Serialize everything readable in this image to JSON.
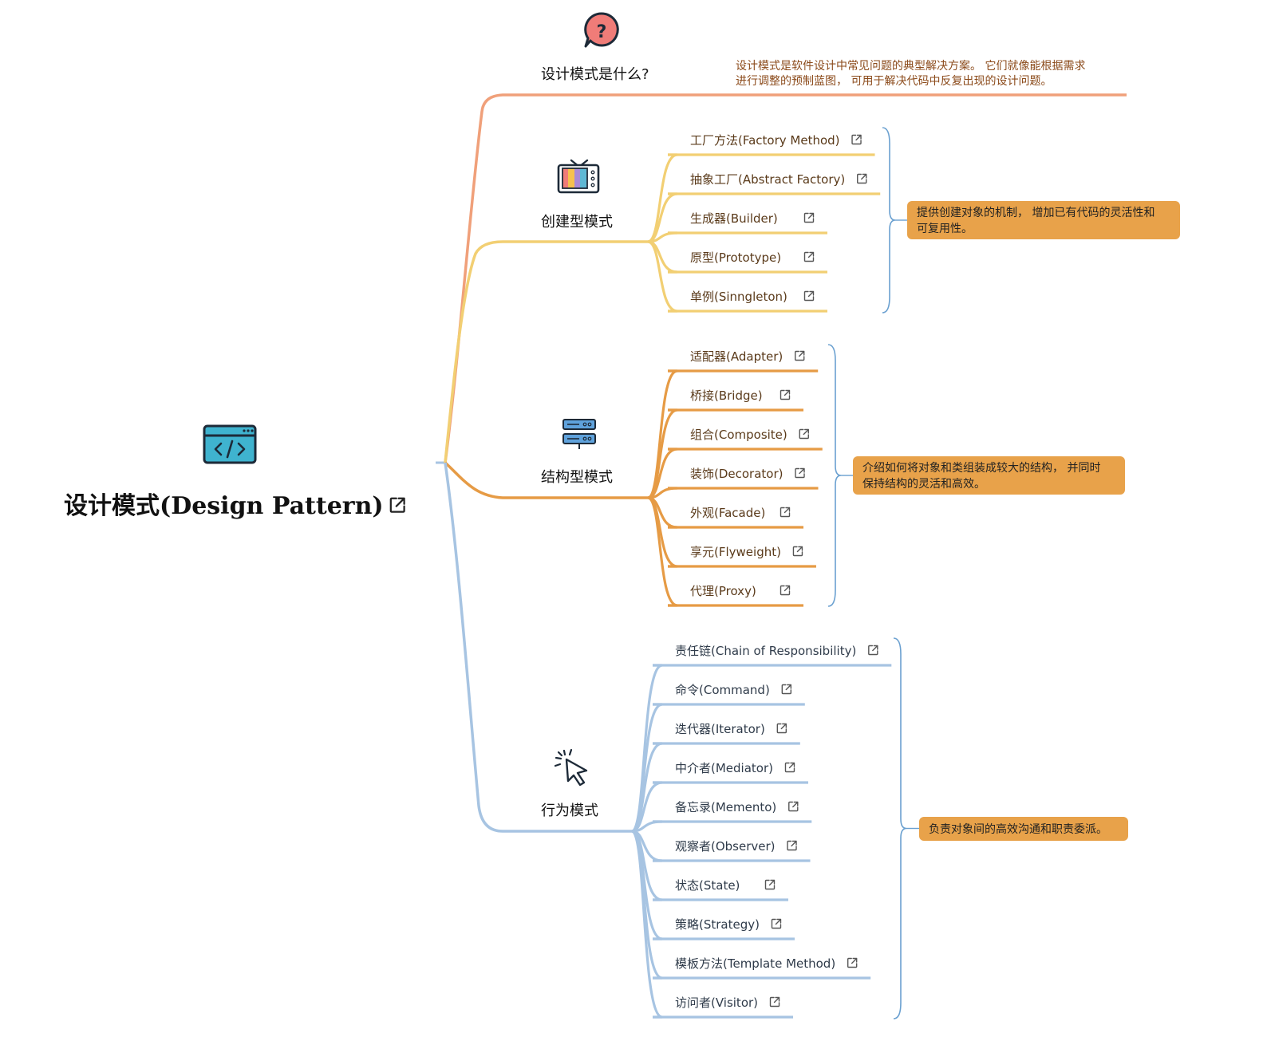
{
  "root": {
    "title": "设计模式(Design Pattern)",
    "icon": "code-window-icon",
    "link_icon": "external-link-icon"
  },
  "branches": [
    {
      "key": "what",
      "title": "设计模式是什么?",
      "icon": "question-bubble-icon",
      "color": "#f0a07a",
      "description": [
        "设计模式是软件设计中常见问题的典型解决方案。 它们就像能根据需求",
        "进行调整的预制蓝图， 可用于解决代码中反复出现的设计问题。"
      ]
    },
    {
      "key": "creational",
      "title": "创建型模式",
      "icon": "tv-icon",
      "color": "#f2cf73",
      "items": [
        "工厂方法(Factory Method)",
        "抽象工厂(Abstract Factory)",
        "生成器(Builder)",
        "原型(Prototype)",
        "单例(Sinngleton)"
      ],
      "summary": [
        "提供创建对象的机制， 增加已有代码的灵活性和",
        "可复用性。"
      ]
    },
    {
      "key": "structural",
      "title": "结构型模式",
      "icon": "server-icon",
      "color": "#e69b45",
      "items": [
        "适配器(Adapter)",
        "桥接(Bridge)",
        "组合(Composite)",
        "装饰(Decorator)",
        "外观(Facade)",
        "享元(Flyweight)",
        "代理(Proxy)"
      ],
      "summary": [
        "介绍如何将对象和类组装成较大的结构， 并同时",
        "保持结构的灵活和高效。"
      ]
    },
    {
      "key": "behavioral",
      "title": "行为模式",
      "icon": "cursor-click-icon",
      "color": "#a7c4e2",
      "items": [
        "责任链(Chain of Responsibility)",
        "命令(Command)",
        "迭代器(Iterator)",
        "中介者(Mediator)",
        "备忘录(Memento)",
        "观察者(Observer)",
        "状态(State)",
        "策略(Strategy)",
        "模板方法(Template Method)",
        "访问者(Visitor)"
      ],
      "summary": [
        "负责对象间的高效沟通和职责委派。"
      ]
    }
  ],
  "colors": {
    "summary_box": "#e8a24a",
    "bracket": "#6aa0d0",
    "link_icon": "#555555"
  }
}
